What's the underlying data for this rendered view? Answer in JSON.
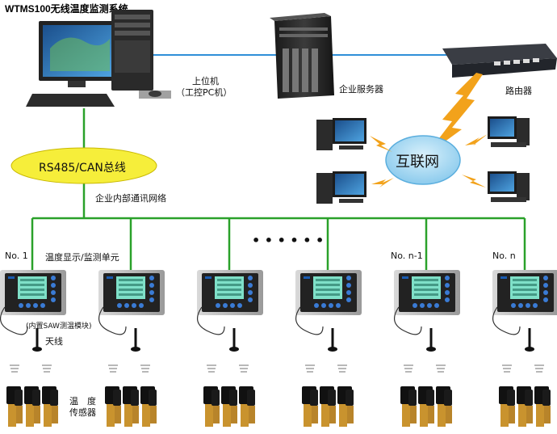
{
  "title": "WTMS100无线温度监测系统",
  "labels": {
    "host_pc_line1": "上位机",
    "host_pc_line2": "（工控PC机）",
    "server": "企业服务器",
    "router": "路由器",
    "bus": "RS485/CAN总线",
    "internal_network": "企业内部通讯网络",
    "internet": "互联网",
    "display_unit": "温度显示/监测单元",
    "saw_module": "(内置SAW测温模块)",
    "antenna": "天线",
    "sensor_line1": "温　度",
    "sensor_line2": "传感器",
    "ellipsis": "• • • • • •"
  },
  "units": [
    {
      "label": "No. 1"
    },
    {
      "label": ""
    },
    {
      "label": ""
    },
    {
      "label": ""
    },
    {
      "label": "No. n-1"
    },
    {
      "label": "No. n"
    }
  ],
  "colors": {
    "bus_ellipse": "#f6ee3a",
    "green_line": "#2aa12a",
    "blue_line": "#2f8fd8",
    "internet_fill": "#a9d8f1",
    "lightning": "#f2a21b"
  }
}
